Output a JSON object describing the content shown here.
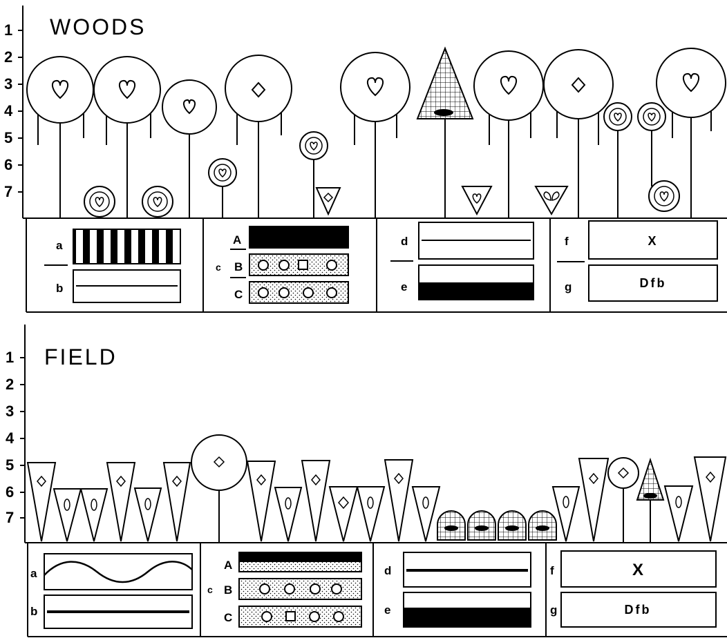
{
  "colors": {
    "ink": "#000000",
    "paper": "#ffffff"
  },
  "scale_levels": [
    "1",
    "2",
    "3",
    "4",
    "5",
    "6",
    "7"
  ],
  "woods": {
    "title": "WOODS",
    "labels": {
      "a": "a",
      "b": "b",
      "c": "c",
      "A": "A",
      "B": "B",
      "C": "C",
      "d": "d",
      "e": "e",
      "f": "f",
      "g": "g"
    },
    "f_value": "X",
    "g_value": "Dfb"
  },
  "field": {
    "title": "FIELD",
    "labels": {
      "a": "a",
      "b": "b",
      "c": "c",
      "A": "A",
      "B": "B",
      "C": "C",
      "d": "d",
      "e": "e",
      "f": "f",
      "g": "g"
    },
    "f_value": "X",
    "g_value": "Dfb"
  },
  "icons": [
    "heart-leaf-icon",
    "diamond-leaf-icon",
    "oval-leaf-icon",
    "double-leaf-icon",
    "seed-oval-icon"
  ]
}
